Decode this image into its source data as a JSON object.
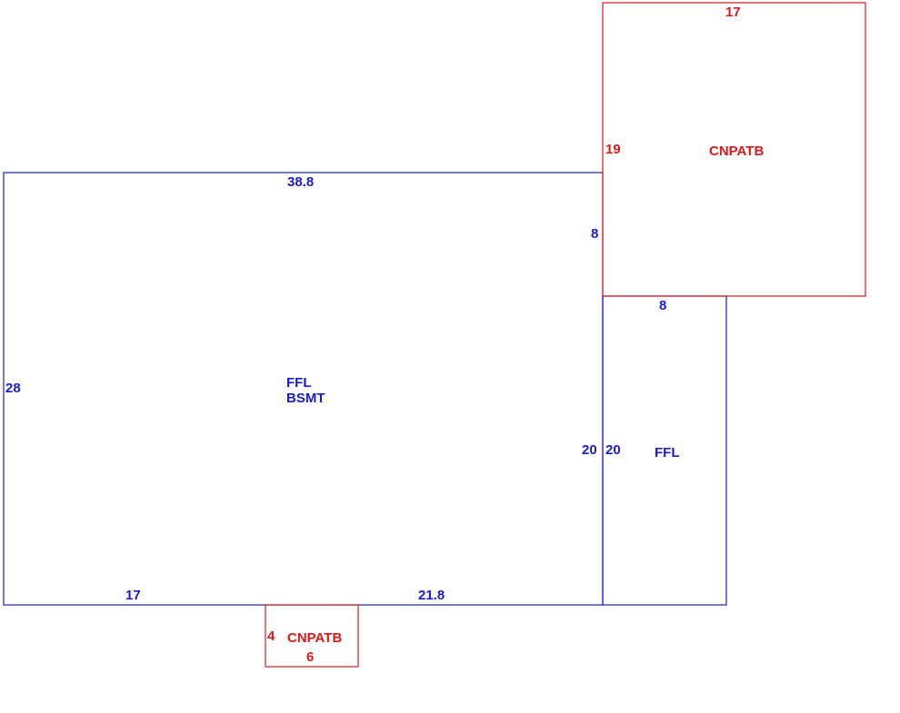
{
  "colors": {
    "living_area": "#1a1ad0",
    "porch": "#e01818"
  },
  "areas": {
    "main": {
      "label_line1": "FFL",
      "label_line2": "BSMT",
      "top": "38.8",
      "left": "28",
      "right_upper": "8",
      "right_lower": "20",
      "bottom_left": "17",
      "bottom_right": "21.8"
    },
    "addition": {
      "label": "FFL",
      "top": "8",
      "left": "20"
    },
    "porch_upper": {
      "label": "CNPATB",
      "top": "17",
      "left": "19"
    },
    "porch_lower": {
      "label": "CNPATB",
      "left": "4",
      "bottom": "6"
    }
  }
}
